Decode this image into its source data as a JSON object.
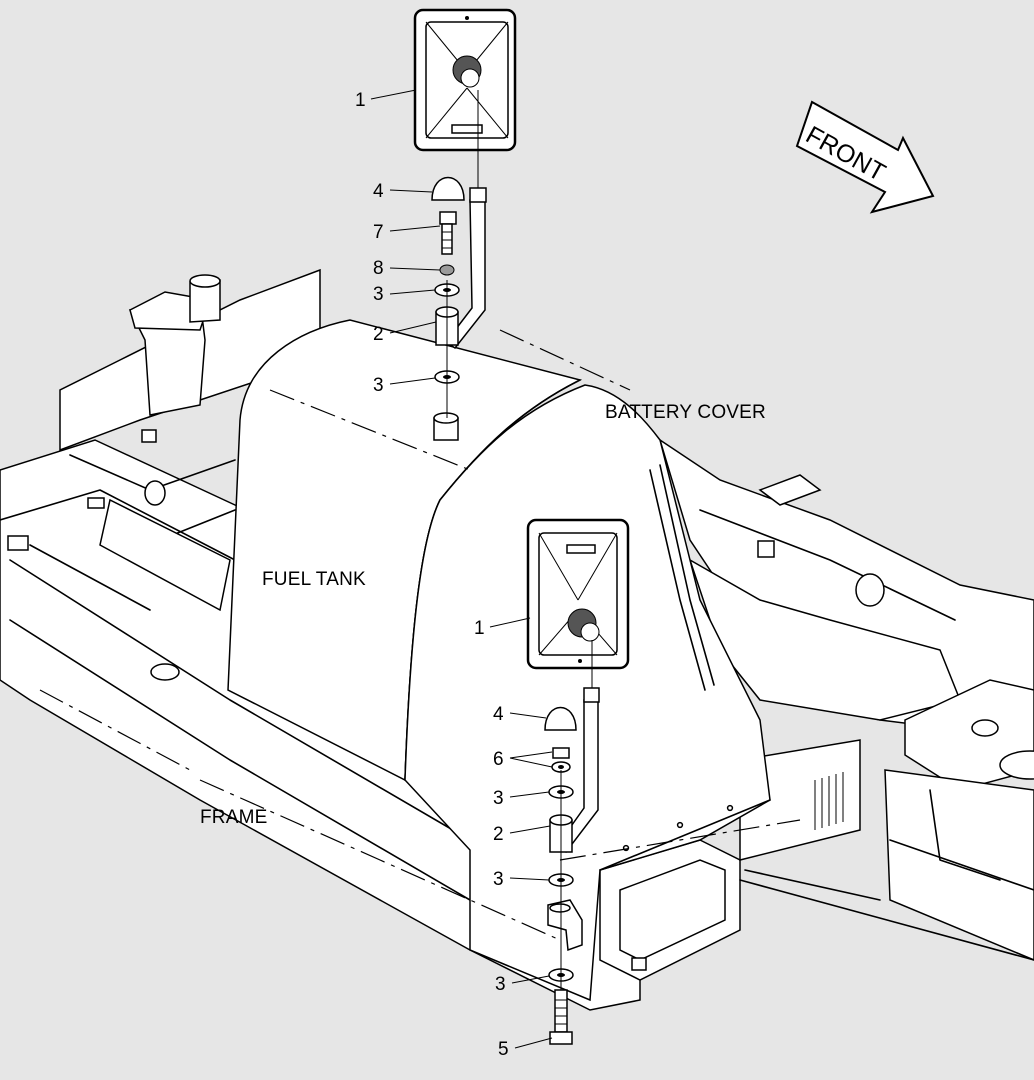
{
  "labels": {
    "fuel_tank": "FUEL TANK",
    "battery_cover": "BATTERY COVER",
    "frame": "FRAME",
    "front": "FRONT"
  },
  "callouts_upper": {
    "mirror": "1",
    "stay_cap": "4",
    "bolt": "7",
    "lock_washer": "8",
    "washer_a": "3",
    "bracket": "2",
    "washer_b": "3"
  },
  "callouts_lower": {
    "mirror": "1",
    "stay_cap": "4",
    "nut": "6",
    "washer_a": "3",
    "bracket": "2",
    "washer_b": "3",
    "washer_c": "3",
    "bolt": "5"
  },
  "colors": {
    "background": "#e6e6e6",
    "line": "#000000",
    "part_fill": "#ffffff"
  }
}
